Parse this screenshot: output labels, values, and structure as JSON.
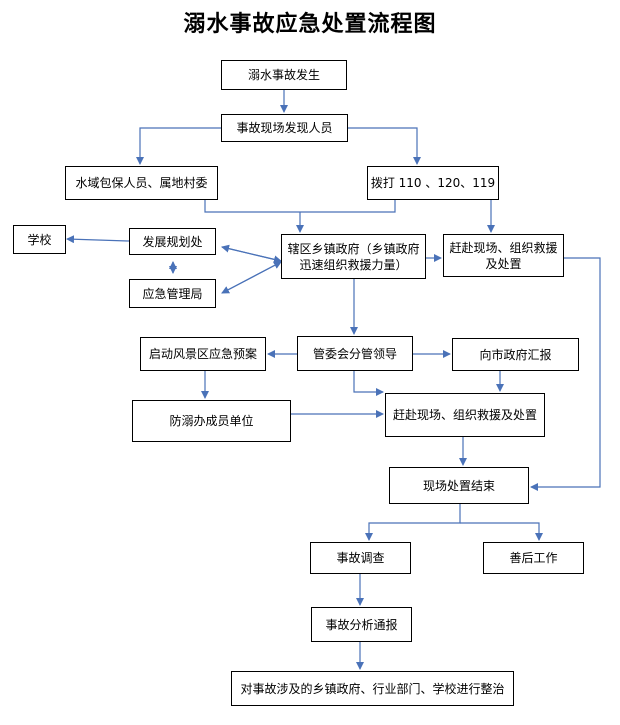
{
  "title": "溺水事故应急处置流程图",
  "nodes": {
    "accident": "溺水事故发生",
    "discoverer": "事故现场发现人员",
    "water_area": "水域包保人员、属地村委",
    "dial": "拨打 110 、120、119",
    "school": "学校",
    "dev_plan": "发展规划处",
    "emergency_bureau": "应急管理局",
    "township_gov": "辖区乡镇政府（乡镇政府迅速组织救援力量）",
    "rescue_1": "赶赴现场、组织救援及处置",
    "scenic_plan": "启动风景区应急预案",
    "committee": "管委会分管领导",
    "city_gov": "向市政府汇报",
    "drowning_units": "防溺办成员单位",
    "rescue_2": "赶赴现场、组织救援及处置",
    "onsite_end": "现场处置结束",
    "investigation": "事故调查",
    "aftermath": "善后工作",
    "analysis": "事故分析通报",
    "rectify": "对事故涉及的乡镇政府、行业部门、学校进行整治"
  }
}
